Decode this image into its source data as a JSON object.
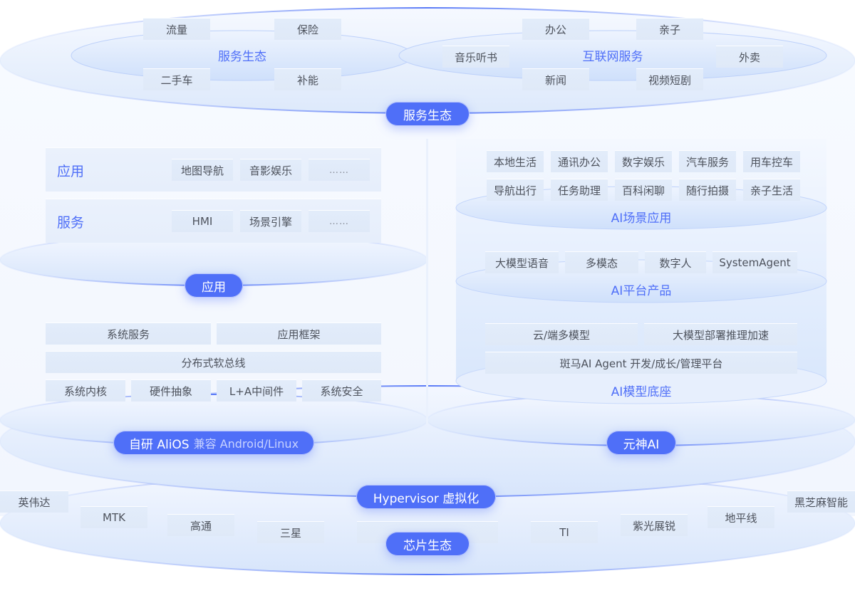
{
  "top_ecosystem": {
    "pill": "服务生态",
    "left_disc": {
      "label": "服务生态",
      "tags": [
        "流量",
        "保险",
        "二手车",
        "补能"
      ]
    },
    "right_disc": {
      "label": "互联网服务",
      "tags": [
        "办公",
        "亲子",
        "音乐听书",
        "外卖",
        "新闻",
        "视频短剧"
      ]
    }
  },
  "app_layer": {
    "pill": "应用",
    "rows": [
      {
        "title": "应用",
        "items": [
          "地图导航",
          "音影娱乐",
          "……"
        ]
      },
      {
        "title": "服务",
        "items": [
          "HMI",
          "场景引擎",
          "……"
        ]
      }
    ]
  },
  "os_layer": {
    "pill_main": "自研 AliOS",
    "pill_sub": "兼容 Android/Linux",
    "row1": [
      "系统服务",
      "应用框架"
    ],
    "row2": [
      "分布式软总线"
    ],
    "row3": [
      "系统内核",
      "硬件抽象",
      "L+A中间件",
      "系统安全"
    ]
  },
  "ai_stack": {
    "pill": "元神AI",
    "scene_apps": {
      "label": "AI场景应用",
      "row1": [
        "本地生活",
        "通讯办公",
        "数字娱乐",
        "汽车服务",
        "用车控车"
      ],
      "row2": [
        "导航出行",
        "任务助理",
        "百科闲聊",
        "随行拍摄",
        "亲子生活"
      ]
    },
    "platform": {
      "label": "AI平台产品",
      "items": [
        "大模型语音",
        "多模态",
        "数字人",
        "SystemAgent"
      ]
    },
    "model_base": {
      "label": "AI模型底座",
      "row1": [
        "云/端多模型",
        "大模型部署推理加速"
      ],
      "row2": [
        "斑马AI Agent 开发/成长/管理平台"
      ]
    }
  },
  "hypervisor": {
    "pill": "Hypervisor 虚拟化"
  },
  "chip_ecosystem": {
    "pill": "芯片生态",
    "vendors": [
      "英伟达",
      "MTK",
      "高通",
      "三星",
      "……",
      "TI",
      "紫光展锐",
      "地平线",
      "黑芝麻智能"
    ]
  },
  "colors": {
    "accent": "#4f6ff8",
    "tag_bg": "#e0eaf9",
    "text": "#4d525c"
  }
}
